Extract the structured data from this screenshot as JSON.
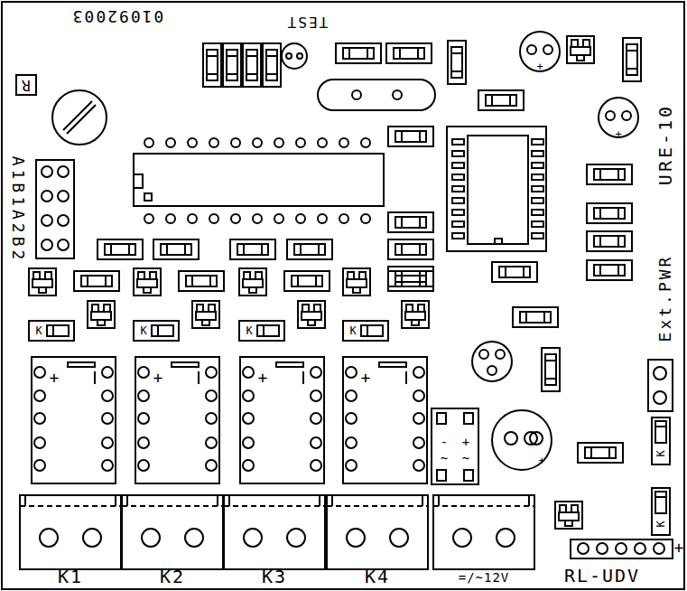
{
  "diagram": {
    "labels": [
      "01092003",
      "R",
      "TEST",
      "A1B1A2B2",
      "URE-10",
      "Ext.PWR",
      "+",
      "+",
      "+",
      "+",
      "+",
      "+",
      "+",
      "-",
      "+",
      "~",
      "~",
      "K",
      "K",
      "K",
      "K",
      "K",
      "K",
      "K1",
      "K2",
      "K3",
      "K4",
      "=/~12V",
      "RL-UDV",
      "+"
    ]
  }
}
